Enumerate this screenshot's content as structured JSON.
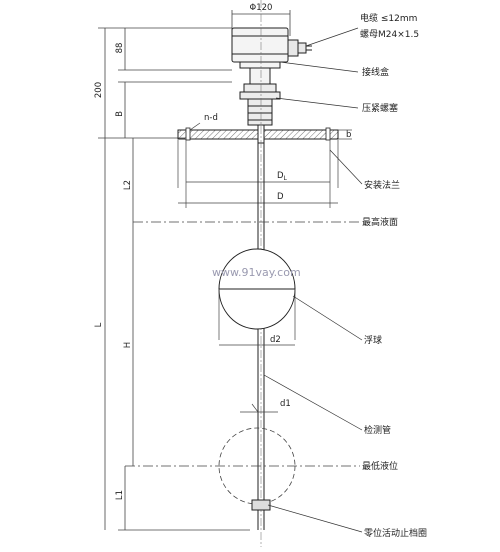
{
  "labels": {
    "top_width": "Φ120",
    "cable": "电缆 ≤12mm",
    "nut": "螺母M24×1.5",
    "junction_box": "接线盒",
    "gland": "压紧螺塞",
    "flange": "安装法兰",
    "max_level": "最高液面",
    "float": "浮球",
    "tube": "检测管",
    "min_level": "最低液位",
    "stopper": "零位活动止档圈",
    "watermark": "www.91vay.com"
  },
  "dims": {
    "d200": "200",
    "d88": "88",
    "dB": "B",
    "dL": "L",
    "dL2": "L2",
    "dH": "H",
    "dL1": "L1",
    "nd": "n-d",
    "DL": "DL",
    "D": "D",
    "d2": "d2",
    "d1": "d1",
    "b": "b"
  }
}
